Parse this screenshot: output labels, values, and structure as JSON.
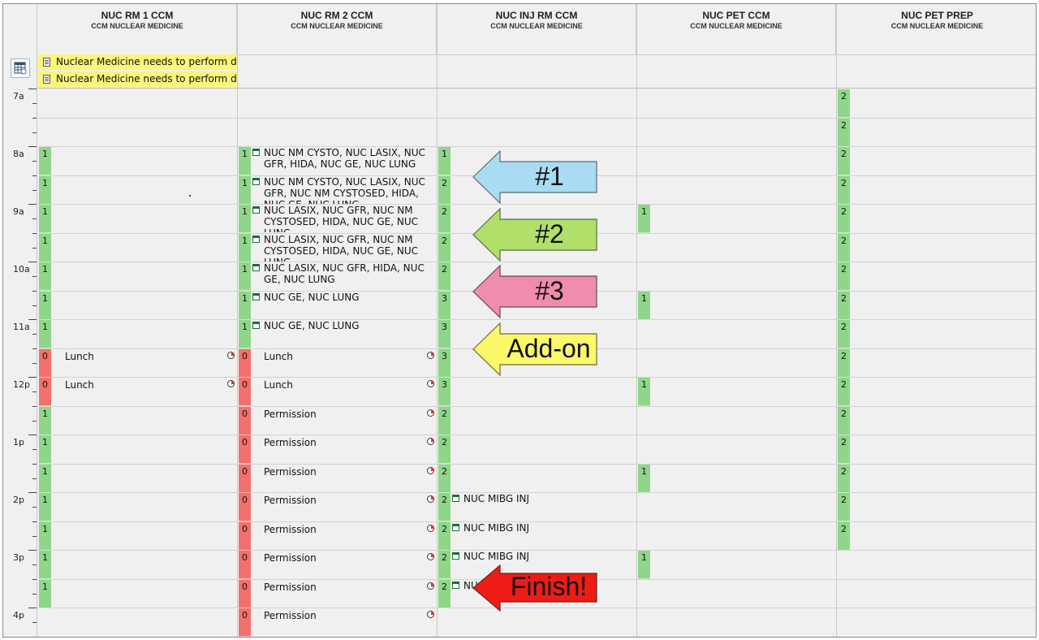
{
  "columns": [
    {
      "title": "NUC RM 1 CCM",
      "subtitle": "CCM NUCLEAR MEDICINE"
    },
    {
      "title": "NUC RM 2 CCM",
      "subtitle": "CCM NUCLEAR MEDICINE"
    },
    {
      "title": "NUC INJ RM CCM",
      "subtitle": "CCM NUCLEAR MEDICINE"
    },
    {
      "title": "NUC PET CCM",
      "subtitle": "CCM NUCLEAR MEDICINE"
    },
    {
      "title": "NUC PET PREP",
      "subtitle": "CCM NUCLEAR MEDICINE"
    }
  ],
  "notes": [
    "Nuclear Medicine needs to perform dai...",
    "Nuclear Medicine needs to perform dai..."
  ],
  "hours": [
    "7a",
    "8a",
    "9a",
    "10a",
    "11a",
    "12p",
    "1p",
    "2p",
    "3p",
    "4p"
  ],
  "rm1": {
    "counts": [
      "1",
      "1",
      "1",
      "1",
      "1",
      "1",
      "1",
      "0",
      "0",
      "1",
      "1",
      "1",
      "1",
      "1",
      "1",
      "1"
    ],
    "lunch1": "Lunch",
    "lunch2": "Lunch"
  },
  "rm2": {
    "counts": [
      "1",
      "1",
      "1",
      "1",
      "1",
      "1",
      "1",
      "0",
      "0",
      "0",
      "0",
      "0",
      "0",
      "0",
      "0",
      "0",
      "0"
    ],
    "appts": [
      "NUC NM CYSTO, NUC LASIX, NUC GFR, HIDA, NUC GE, NUC LUNG",
      "NUC NM CYSTO, NUC LASIX, NUC GFR, NUC NM CYSTOSED, HIDA, NUC GE, NUC LUNG",
      "NUC LASIX, NUC GFR, NUC NM CYSTOSED, HIDA, NUC GE, NUC LUNG",
      "NUC LASIX, NUC GFR, NUC NM CYSTOSED, HIDA, NUC GE, NUC LUNG",
      "NUC LASIX, NUC GFR, HIDA, NUC GE, NUC LUNG",
      "NUC GE, NUC LUNG",
      "NUC GE, NUC LUNG"
    ],
    "lunch1": "Lunch",
    "lunch2": "Lunch",
    "permission": "Permission"
  },
  "inj": {
    "counts": [
      "1",
      "2",
      "2",
      "2",
      "2",
      "3",
      "3",
      "3",
      "3",
      "2",
      "2",
      "2",
      "2",
      "2",
      "2",
      "2"
    ],
    "appts": [
      "NUC MIBG INJ",
      "NUC MIBG INJ",
      "NUC MIBG INJ",
      "NUC"
    ]
  },
  "pet": {
    "counts": [
      "1",
      "1",
      "1",
      "1",
      "1"
    ]
  },
  "prep": {
    "counts": [
      "2",
      "2",
      "2",
      "2",
      "2",
      "2",
      "2",
      "2",
      "2",
      "2",
      "2",
      "2",
      "2",
      "2",
      "2",
      "2"
    ]
  },
  "callouts": {
    "c1": "#1",
    "c2": "#2",
    "c3": "#3",
    "c4": "Add-on",
    "c5": "Finish!"
  },
  "colors": {
    "green": "#8fd68a",
    "red": "#f2706e",
    "note": "#fbf57a",
    "arrow1": "#a9dcf2",
    "arrow2": "#b1e06a",
    "arrow3": "#f08cae",
    "arrow4": "#fbf86a",
    "arrow5": "#ee1c16"
  }
}
